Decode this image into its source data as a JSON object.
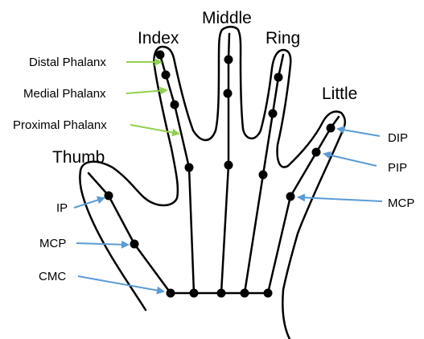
{
  "fingers": {
    "thumb": "Thumb",
    "index": "Index",
    "middle": "Middle",
    "ring": "Ring",
    "little": "Little"
  },
  "phalanx_labels": {
    "distal": "Distal Phalanx",
    "medial": "Medial Phalanx",
    "proximal": "Proximal Phalanx"
  },
  "joint_labels": {
    "dip": "DIP",
    "pip": "PIP",
    "mcp_little": "MCP",
    "ip": "IP",
    "mcp_thumb": "MCP",
    "cmc": "CMC"
  },
  "colors": {
    "outline": "#000000",
    "joint": "#000000",
    "phalanx_arrow": "#92d050",
    "joint_arrow": "#5b9bd5"
  }
}
